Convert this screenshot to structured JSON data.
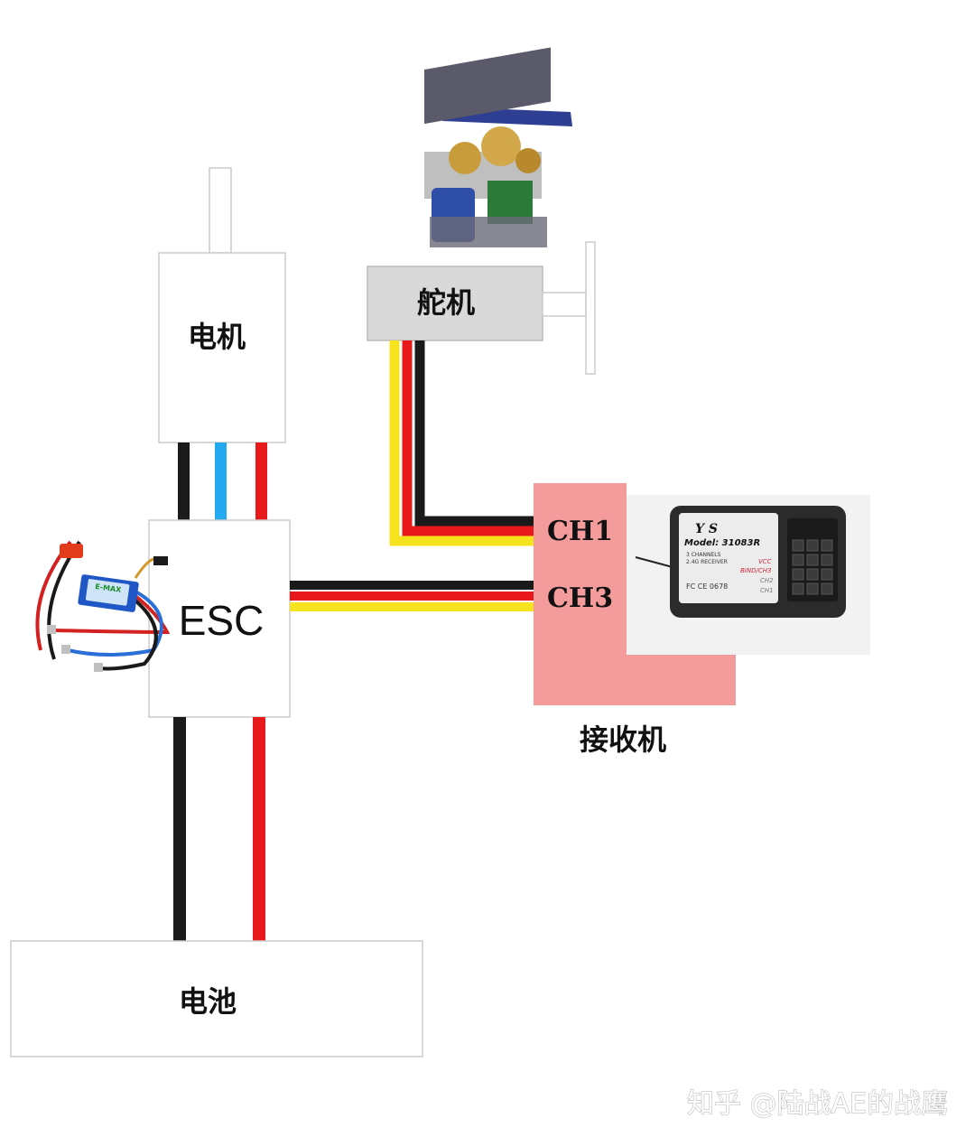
{
  "labels": {
    "motor": "电机",
    "servo": "舵机",
    "esc": "ESC",
    "ch1": "CH1",
    "ch3": "CH3",
    "receiver": "接收机",
    "battery": "电池"
  },
  "receiver_photo": {
    "model": "Model: 31083R",
    "channels": "3 CHANNELS",
    "band": "2.4G RECEIVER",
    "vcc": "VCC",
    "bind_ch3": "BIND/CH3",
    "ch2": "CH2",
    "ch1": "CH1",
    "cert": "FC CE 0678"
  },
  "esc_photo": {
    "brand": "E-MAX"
  },
  "watermark": "知乎 @陆战AE的战鹰",
  "colors": {
    "wire_black": "#1a1a1a",
    "wire_red": "#e8191b",
    "wire_blue": "#25a9ef",
    "wire_yellow": "#f7e31d",
    "wire_orange": "#f59a1a",
    "servo_box": "#d9d9d9",
    "receiver_box": "#f49b9b",
    "box_border": "#cccccc"
  }
}
